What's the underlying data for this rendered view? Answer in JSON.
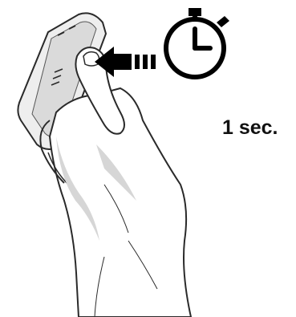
{
  "instruction": {
    "duration_label": "1 sec."
  },
  "icons": {
    "timer": "stopwatch-icon",
    "press": "press-arrow-icon",
    "device": "handheld-device",
    "hand": "hand-illustration"
  },
  "colors": {
    "line": "#2a2a2a",
    "device_fill": "#eeeeee",
    "device_shade": "#c8c8c8",
    "hand_fill": "#ffffff",
    "hand_shade": "#d6d6d6",
    "arrow": "#000000"
  }
}
